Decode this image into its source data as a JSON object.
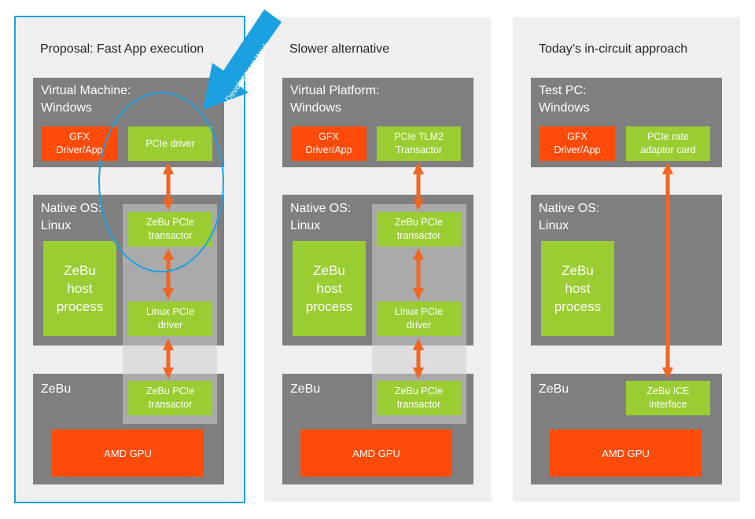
{
  "colors": {
    "panel_bg": "#efefef",
    "layer_gray": "#7f7f7f",
    "orange": "#ff4b0a",
    "green": "#9acd32",
    "highlight_blue": "#1ba1e2",
    "arrow_orange": "#f26522"
  },
  "panels": [
    {
      "title": "Proposal: Fast App execution",
      "vm_title": "Virtual Machine:\nWindows",
      "gfx": "GFX\nDriver/App",
      "vm_green": "PCIe driver",
      "native_title": "Native OS:\nLinux",
      "host": "ZeBu\nhost\nprocess",
      "transactor_upper": "ZeBu PCIe\ntransactor",
      "linux_driver": "Linux PCIe\ndriver",
      "zebu_title": "ZeBu",
      "zebu_green": "ZeBu PCIe\ntransactor",
      "gpu": "AMD GPU"
    },
    {
      "title": "Slower alternative",
      "vm_title": "Virtual Platform:\nWindows",
      "gfx": "GFX\nDriver/App",
      "vm_green": "PCIe TLM2\nTransactor",
      "native_title": "Native OS:\nLinux",
      "host": "ZeBu\nhost\nprocess",
      "transactor_upper": "ZeBu PCIe\ntransactor",
      "linux_driver": "Linux PCIe\ndriver",
      "zebu_title": "ZeBu",
      "zebu_green": "ZeBu PCIe\ntransactor",
      "gpu": "AMD GPU"
    },
    {
      "title": "Today’s in-circuit approach",
      "vm_title": "Test PC:\nWindows",
      "gfx": "GFX\nDriver/App",
      "vm_green": "PCIe rate\nadaptor card",
      "native_title": "Native OS:\nLinux",
      "host": "ZeBu\nhost\nprocess",
      "zebu_title": "ZeBu",
      "zebu_green": "ZeBu ICE\ninterface",
      "gpu": "AMD GPU"
    }
  ],
  "callout": {
    "label": "Development Work",
    "icon": "highlight-circle-icon"
  }
}
